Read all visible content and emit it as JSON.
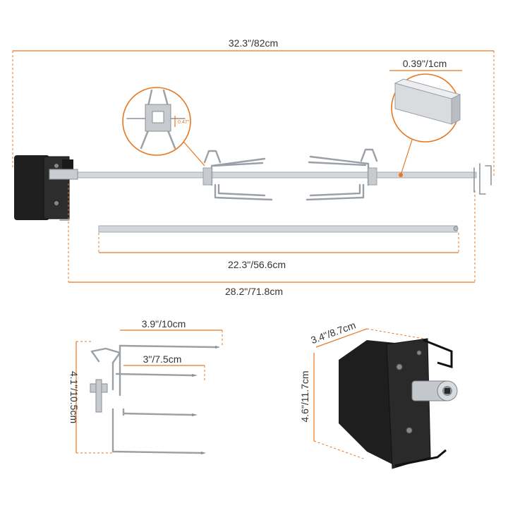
{
  "dimensions": {
    "total_length": "32.3\"/82cm",
    "rod_thickness": "0.39\"/1cm",
    "prong_gap": "0.47\"",
    "spit_rod_length": "22.3\"/56.6cm",
    "assembled_length": "28.2\"/71.8cm",
    "fork_width_outer": "3.9\"/10cm",
    "fork_width_inner": "3\"/7.5cm",
    "fork_height": "4.1\"/10.5cm",
    "motor_depth": "3.4\"/8.7cm",
    "motor_height": "4.6\"/11.7cm"
  },
  "colors": {
    "accent": "#E87722",
    "motor": "#222222",
    "steel": "#9aa0a6"
  },
  "icons": {
    "motor": "rotisserie-motor",
    "fork": "meat-fork",
    "rod": "spit-rod"
  }
}
